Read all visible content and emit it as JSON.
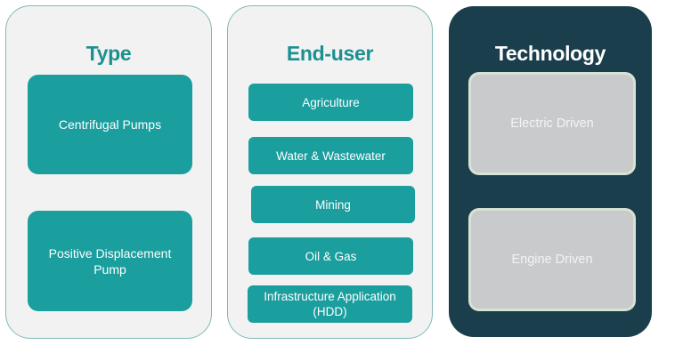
{
  "panels": [
    {
      "title": "Type",
      "items": [
        "Centrifugal Pumps",
        "Positive Displacement Pump"
      ]
    },
    {
      "title": "End-user",
      "items": [
        "Agriculture",
        "Water & Wastewater",
        "Mining",
        "Oil & Gas",
        "Infrastructure Application (HDD)"
      ]
    },
    {
      "title": "Technology",
      "items": [
        "Electric Driven",
        "Engine Driven"
      ]
    }
  ],
  "colors": {
    "teal": "#1a9e9e",
    "title_teal": "#1a9090",
    "dark_panel": "#1a3e4c",
    "light_panel": "#f2f2f2",
    "grey_box": "#c8cacb"
  }
}
